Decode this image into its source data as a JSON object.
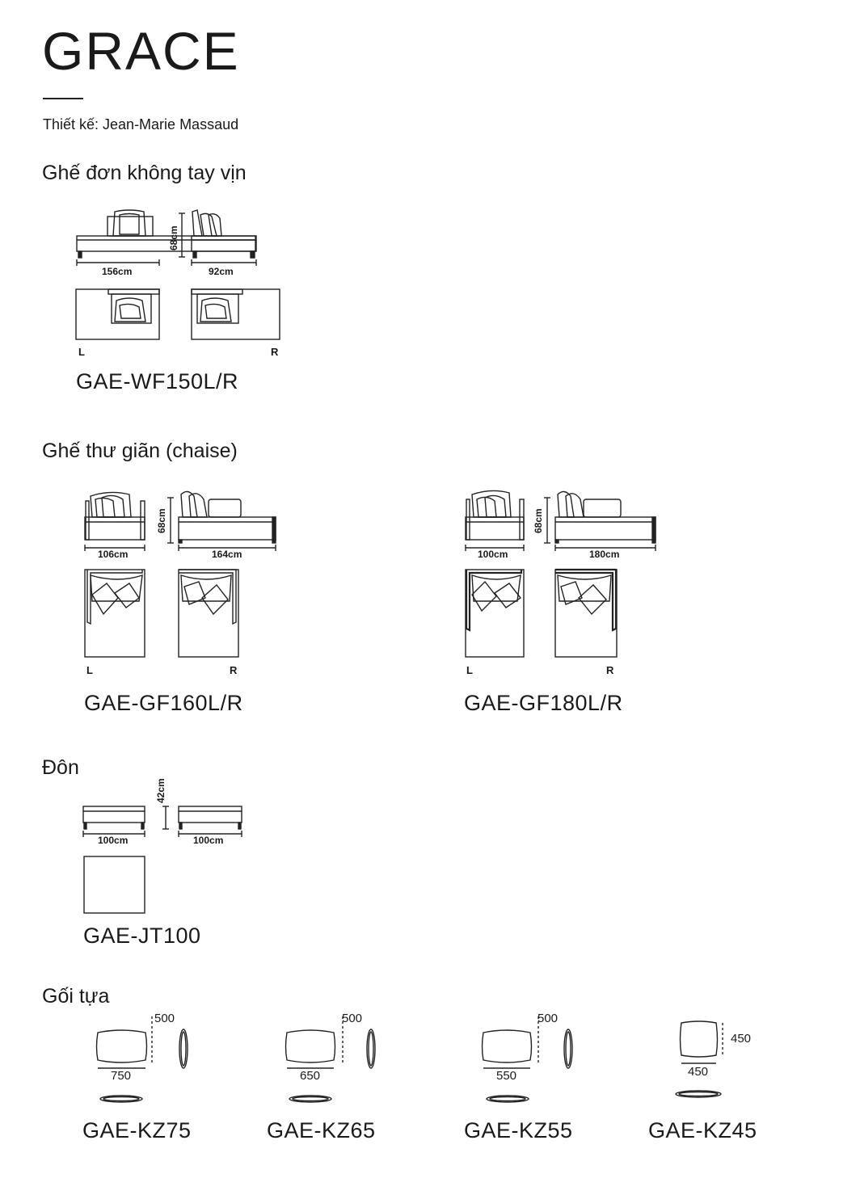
{
  "header": {
    "title": "GRACE",
    "designer": "Thiết kế: Jean-Marie Massaud"
  },
  "sections": {
    "armless": {
      "heading": "Ghế đơn không tay vịn",
      "width1": "156cm",
      "width2": "92cm",
      "height": "68cm",
      "left": "L",
      "right": "R",
      "code": "GAE-WF150L/R"
    },
    "chaise": {
      "heading": "Ghế thư giãn (chaise)",
      "items": [
        {
          "width1": "106cm",
          "width2": "164cm",
          "height": "68cm",
          "left": "L",
          "right": "R",
          "code": "GAE-GF160L/R"
        },
        {
          "width1": "100cm",
          "width2": "180cm",
          "height": "68cm",
          "left": "L",
          "right": "R",
          "code": "GAE-GF180L/R"
        }
      ]
    },
    "ottoman": {
      "heading": "Đôn",
      "width1": "100cm",
      "width2": "100cm",
      "height": "42cm",
      "code": "GAE-JT100"
    },
    "cushions": {
      "heading": "Gối tựa",
      "items": [
        {
          "width": "750",
          "height": "500",
          "code": "GAE-KZ75"
        },
        {
          "width": "650",
          "height": "500",
          "code": "GAE-KZ65"
        },
        {
          "width": "550",
          "height": "500",
          "code": "GAE-KZ55"
        },
        {
          "width": "450",
          "height": "450",
          "code": "GAE-KZ45"
        }
      ]
    }
  }
}
